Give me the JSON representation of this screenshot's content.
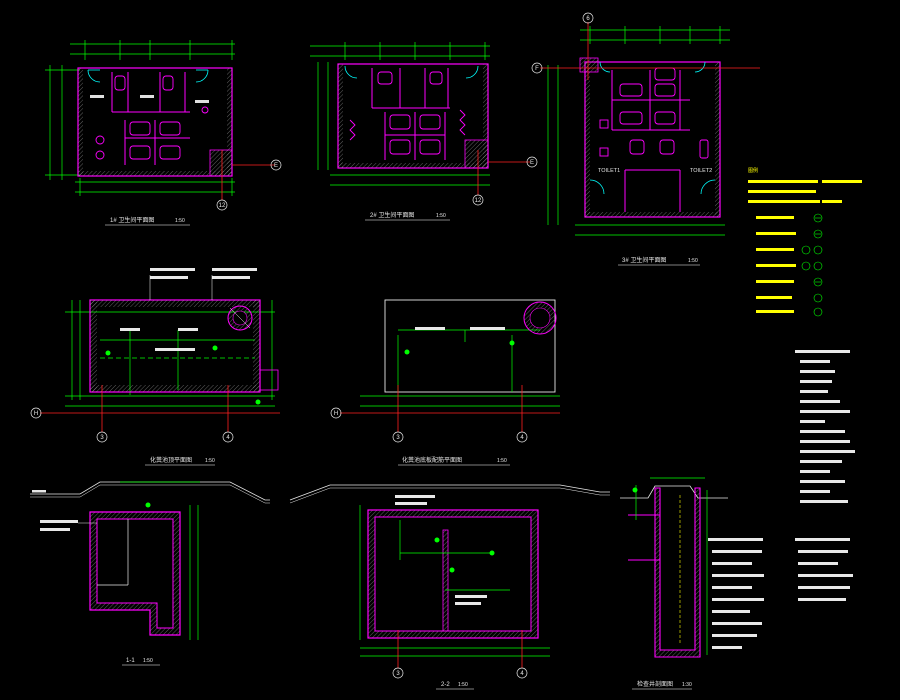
{
  "colors": {
    "background": "#000000",
    "wall": "#ff00ff",
    "hatch": "#9a9a9a",
    "dimension": "#00ff00",
    "axis": "#ff2020",
    "text": "#ffffff",
    "note": "#ffff00",
    "fixture": "#ff00ff",
    "door": "#00ffff"
  },
  "views": {
    "plan1": {
      "title": "1# 卫生间平面图",
      "scale": "1:50",
      "axis_e": "E",
      "axis_12": "12"
    },
    "plan2": {
      "title": "2# 卫生间平面图",
      "scale": "1:50",
      "axis_e": "E",
      "axis_12": "12"
    },
    "plan3": {
      "title": "3# 卫生间平面图",
      "scale": "1:50",
      "axis_f": "F",
      "axis_6": "6",
      "label_toilet1": "TOILET1",
      "label_toilet2": "TOILET2"
    },
    "septic_top": {
      "title": "化粪池顶平面图",
      "scale": "1:50",
      "axis_h": "H",
      "axis_3": "3",
      "axis_4": "4"
    },
    "septic_bottom": {
      "title": "化粪池底板配筋平面图",
      "scale": "1:50",
      "axis_h": "H",
      "axis_3": "3",
      "axis_4": "4"
    },
    "section11": {
      "title": "1-1",
      "scale": "1:50"
    },
    "section22": {
      "title": "2-2",
      "scale": "1:50",
      "axis_3": "3",
      "axis_4": "4"
    },
    "well": {
      "title": "检查井剖面图",
      "scale": "1:30"
    }
  },
  "notes": {
    "legend_heading": "图例"
  }
}
